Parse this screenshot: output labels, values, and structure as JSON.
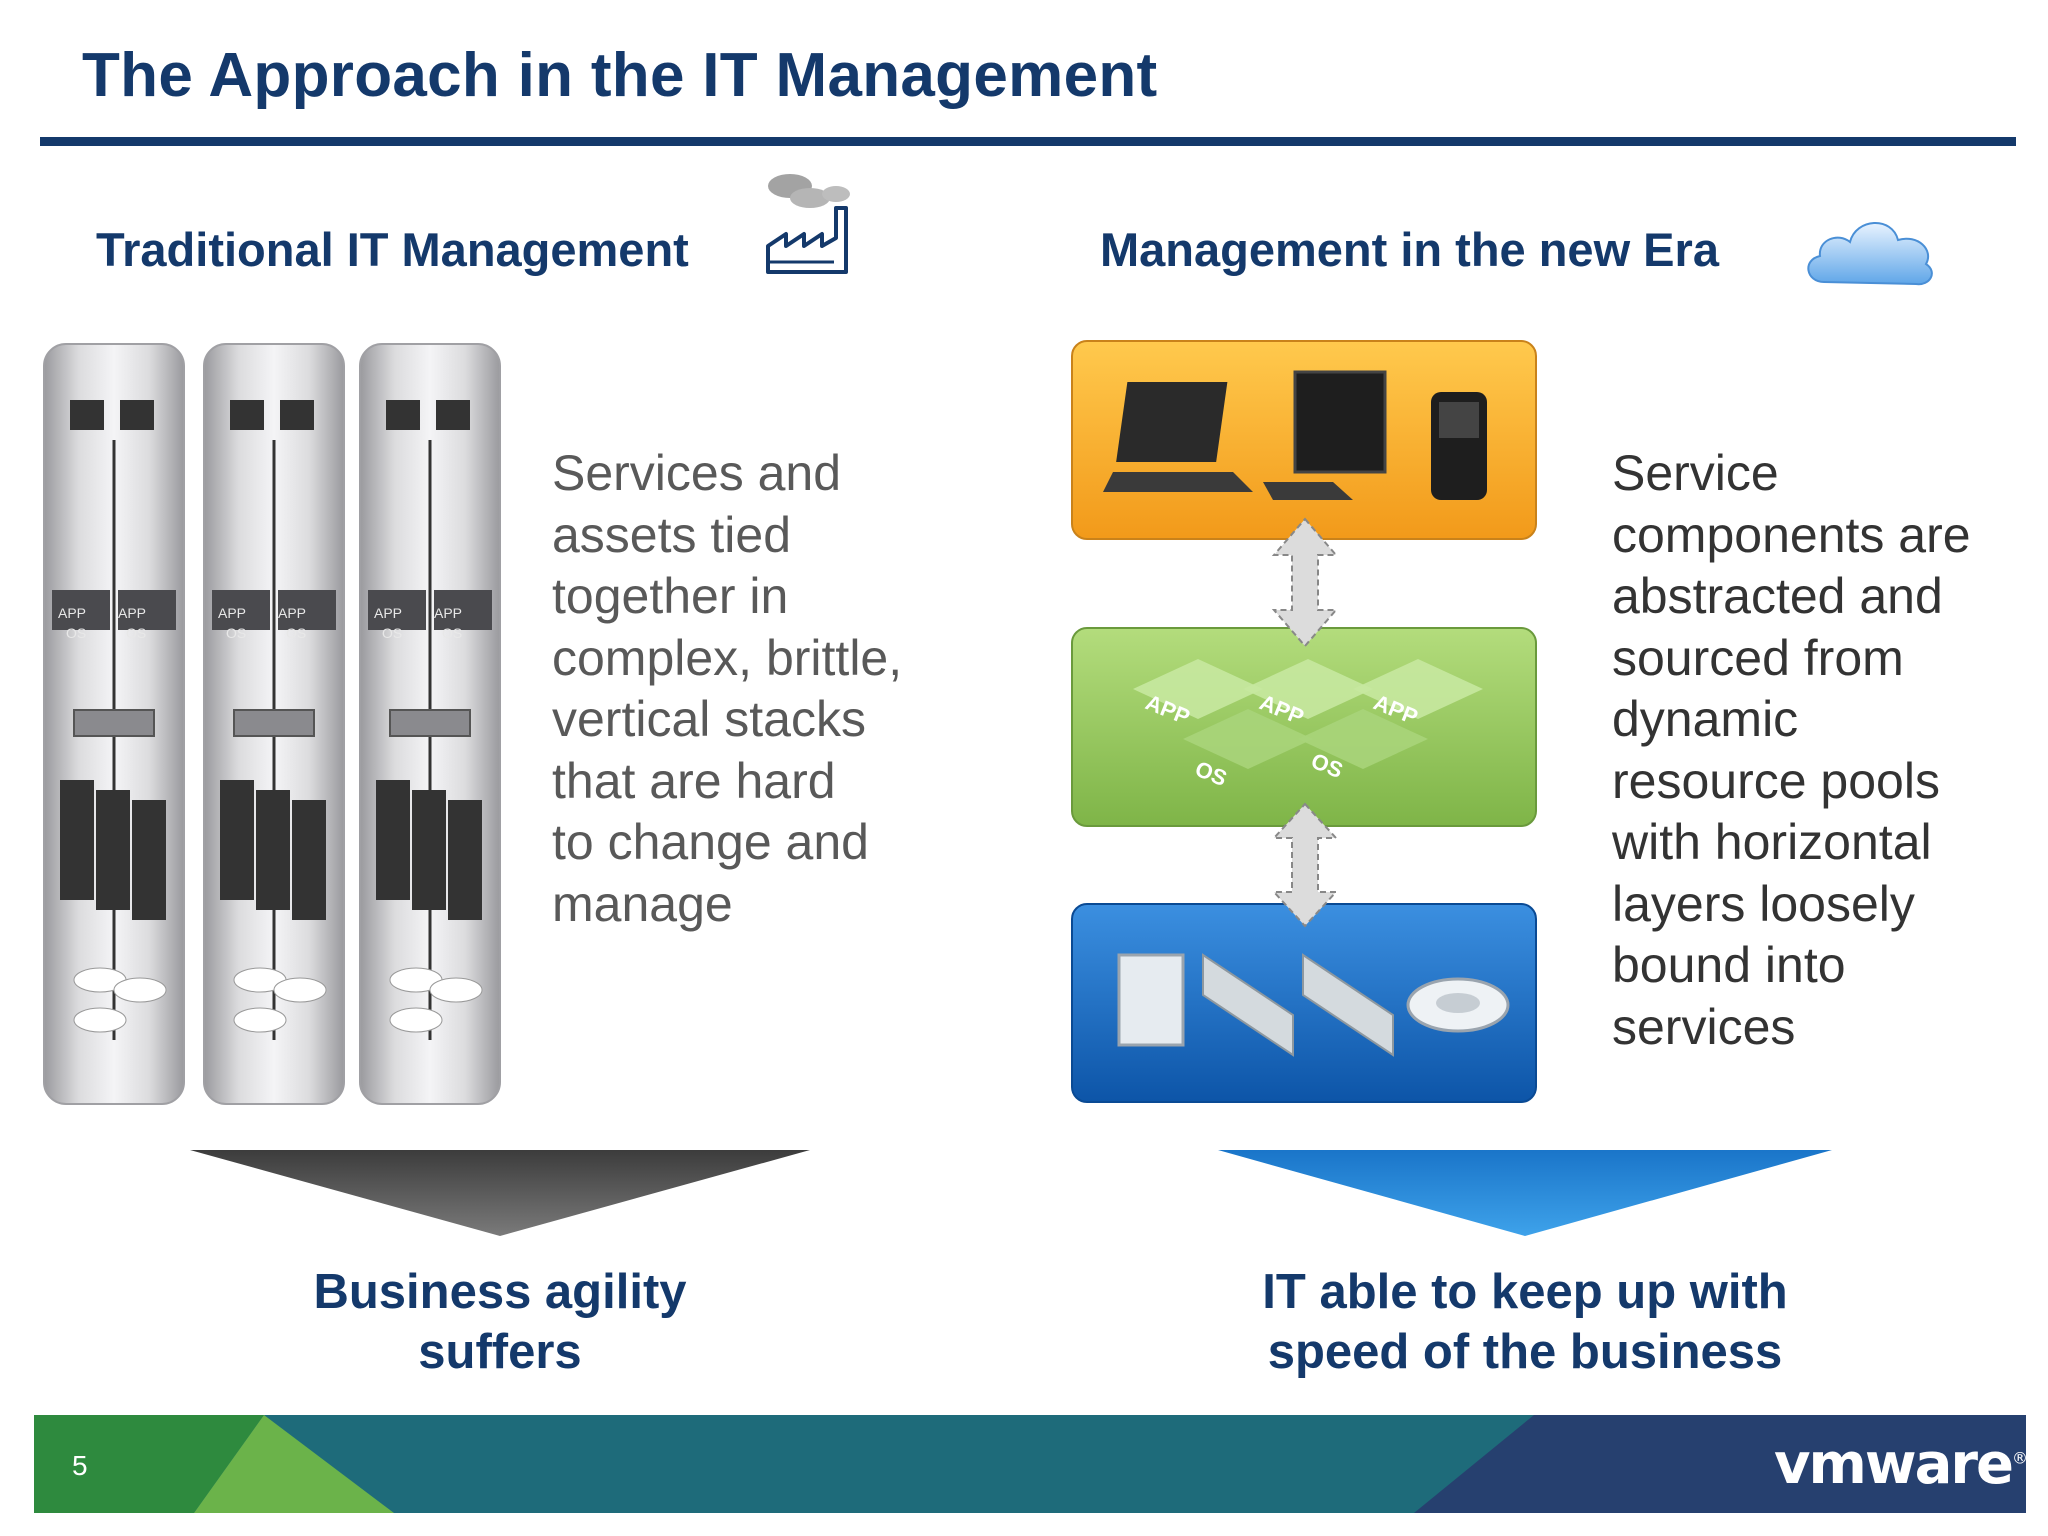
{
  "slide": {
    "title": "The Approach in the IT Management",
    "page_number": "5",
    "logo_text": "vmware",
    "logo_mark": "®"
  },
  "left": {
    "heading": "Traditional IT Management",
    "heading_icon": "factory-icon",
    "description_lines": [
      "Services and",
      "assets tied",
      "together in",
      "complex, brittle,",
      "vertical stacks",
      "that are hard",
      "to change and",
      "manage"
    ],
    "outcome_lines": [
      "Business agility",
      "suffers"
    ],
    "stack_labels": {
      "app": "APP",
      "os": "OS"
    }
  },
  "right": {
    "heading": "Management in the new Era",
    "heading_icon": "cloud-icon",
    "description_lines": [
      "Service",
      "components are",
      "abstracted and",
      "sourced from",
      "dynamic",
      "resource pools",
      "with horizontal",
      "layers loosely",
      "bound into",
      "services"
    ],
    "outcome_lines": [
      "IT able to keep up with",
      "speed of the business"
    ],
    "layer_labels": {
      "app": "APP",
      "os": "OS"
    }
  },
  "colors": {
    "title": "#14396b",
    "body_text": "#595959",
    "device_layer": "#f5a623",
    "app_layer": "#8cc152",
    "hardware_layer": "#1a6fc0",
    "footer_green": "#2e8a3e",
    "footer_teal": "#1e6b7a",
    "footer_navy": "#26406f"
  }
}
